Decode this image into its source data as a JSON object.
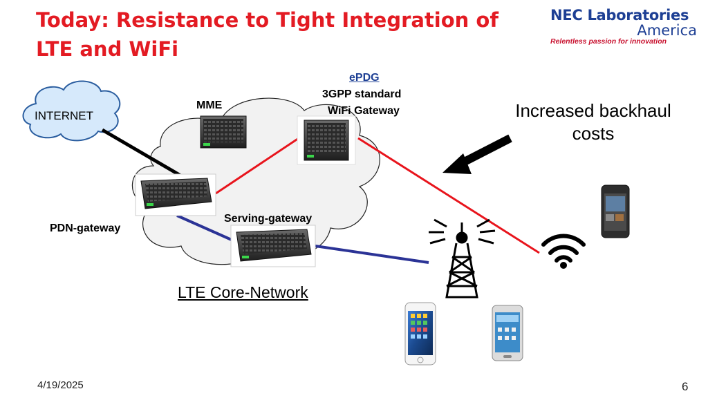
{
  "slide": {
    "title_line1": "Today: Resistance to Tight Integration of",
    "title_line2": "LTE and WiFi",
    "logo": {
      "line1": "NEC Laboratories",
      "line2": "America",
      "tagline": "Relentless passion for innovation"
    },
    "date": "4/19/2025",
    "page_number": "6"
  },
  "diagram": {
    "nodes": {
      "epdg": "ePDG",
      "epdg_desc_line1": "3GPP standard",
      "epdg_desc_line2": "WiFi Gateway",
      "mme": "MME",
      "internet": "INTERNET",
      "pdn_gateway": "PDN-gateway",
      "serving_gateway": "Serving-gateway",
      "core_network": "LTE Core-Network"
    },
    "annotation": "Increased backhaul costs",
    "colors": {
      "title": "#e31b23",
      "wifi_link": "#e8141c",
      "lte_link": "#2b3396",
      "internet_link": "#000000",
      "epdg_label": "#1d3f94",
      "cloud_fill_internet": "#d6e9fb",
      "cloud_stroke_internet": "#2a5d9f",
      "cloud_fill_core": "#f2f2f2"
    },
    "icons": [
      "server-icon",
      "cell-tower-icon",
      "wifi-icon",
      "smartphone-icon",
      "arrow-icon",
      "cloud-icon"
    ]
  }
}
